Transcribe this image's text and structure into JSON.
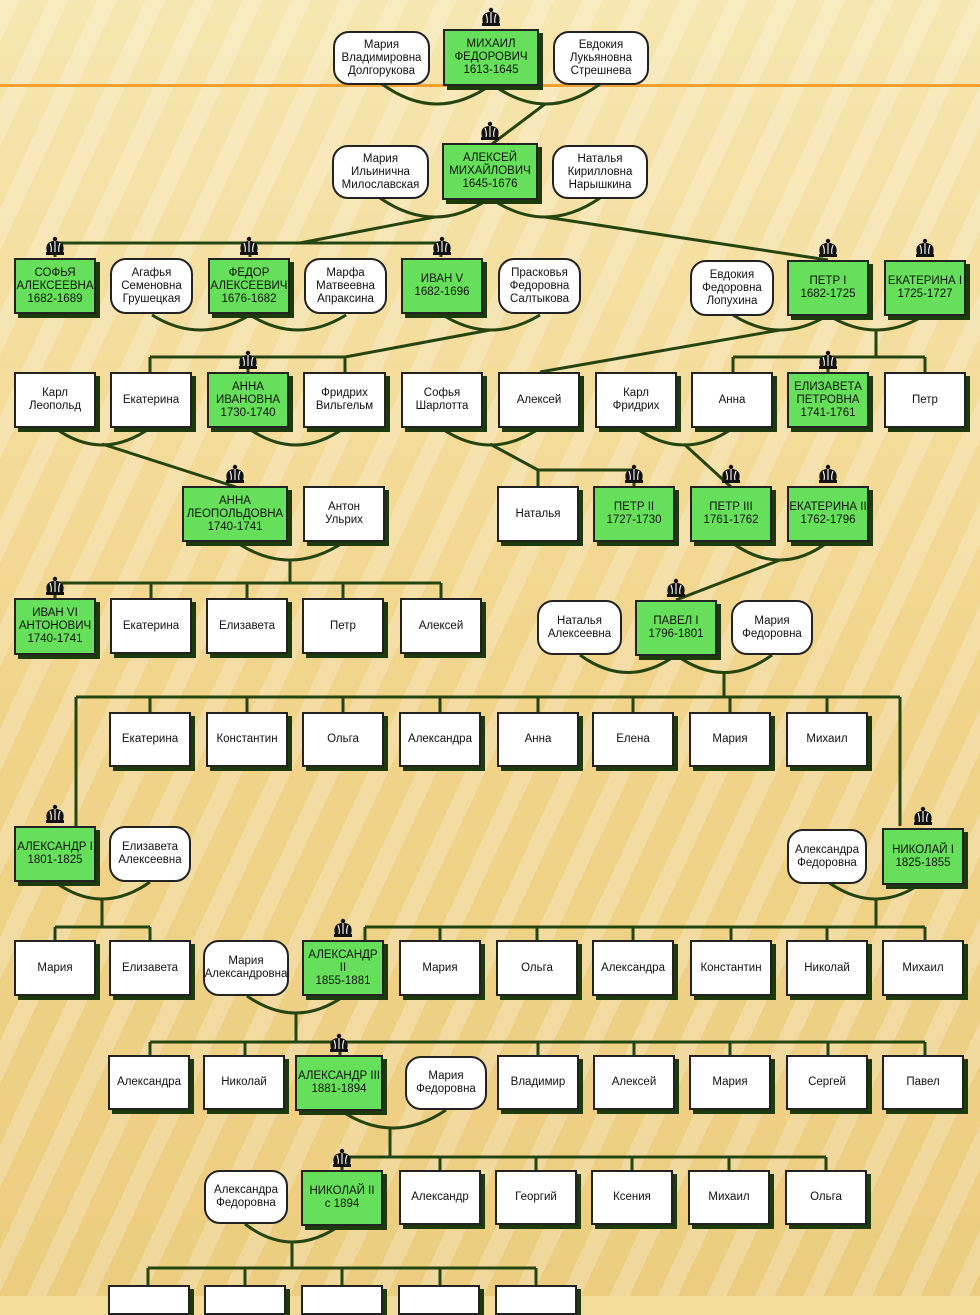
{
  "colors": {
    "ruler": "#66e05a",
    "line": "#244410",
    "accent_line": "#f0a030"
  },
  "crown_icon": "crown-icon",
  "nodes": {
    "mihail": "МИХАИЛ\nФЕДОРОВИЧ\n1613-1645",
    "maria_dolg": "Мария\nВладимировна\nДолгорукова",
    "evdokia_str": "Евдокия\nЛукьяновна\nСтрешнева",
    "aleksei_m": "АЛЕКСЕЙ\nМИХАЙЛОВИЧ\n1645-1676",
    "maria_mil": "Мария\nИльинична\nМилославская",
    "natalia_nar": "Наталья\nКирилловна\nНарышкина",
    "sofia": "СОФЬЯ\nАЛЕКСЕЕВНА\n1682-1689",
    "agafia": "Агафья\nСеменовна\nГрушецкая",
    "fedor": "ФЕДОР\nАЛЕКСЕЕВИЧ\n1676-1682",
    "marfa": "Марфа\nМатвеевна\nАпраксина",
    "ivan5": "ИВАН V\n1682-1696",
    "praskovia": "Прасковья\nФедоровна\nСалтыкова",
    "evdokia_lop": "Евдокия\nФедоровна\nЛопухина",
    "petr1": "ПЕТР I\n1682-1725",
    "ekat1": "ЕКАТЕРИНА I\n1725-1727",
    "karl_leop": "Карл\nЛеопольд",
    "ekaterina_iv": "Екатерина",
    "anna_iv": "АННА\nИВАНОВНА\n1730-1740",
    "fridrih_v": "Фридрих\nВильгельм",
    "sofia_sh": "Софья\nШарлотта",
    "aleksei_p": "Алексей",
    "karl_fr": "Карл\nФридрих",
    "anna_p": "Анна",
    "elizaveta_p": "ЕЛИЗАВЕТА\nПЕТРОВНА\n1741-1761",
    "petr_p": "Петр",
    "anna_leop": "АННА\nЛЕОПОЛЬДОВНА\n1740-1741",
    "anton": "Антон\nУльрих",
    "natalia_a": "Наталья",
    "petr2": "ПЕТР II\n1727-1730",
    "petr3": "ПЕТР III\n1761-1762",
    "ekat2": "ЕКАТЕРИНА II\n1762-1796",
    "ivan6": "ИВАН VI\nАНТОНОВИЧ\n1740-1741",
    "ekaterina_al": "Екатерина",
    "elizaveta_al": "Елизавета",
    "petr_al": "Петр",
    "aleksei_al": "Алексей",
    "natalia_alek": "Наталья\nАлексеевна",
    "pavel1": "ПАВЕЛ I\n1796-1801",
    "maria_fed1": "Мария\nФедоровна",
    "ekaterina_pv": "Екатерина",
    "konstantin_pv": "Константин",
    "olga_pv": "Ольга",
    "aleksandra_pv": "Александра",
    "anna_pv": "Анна",
    "elena_pv": "Елена",
    "maria_pv": "Мария",
    "mihail_pv": "Михаил",
    "alex1": "АЛЕКСАНДР I\n1801-1825",
    "elizaveta_alek": "Елизавета\nАлексеевна",
    "aleksandra_fed1": "Александра\nФедоровна",
    "nikolai1": "НИКОЛАЙ I\n1825-1855",
    "maria_a1": "Мария",
    "elizaveta_a1": "Елизавета",
    "maria_alexandrovna": "Мария\nАлександровна",
    "alex2": "АЛЕКСАНДР II\n1855-1881",
    "maria_n1": "Мария",
    "olga_n1": "Ольга",
    "aleksandra_n1": "Александра",
    "konstantin_n1": "Константин",
    "nikolai_n1": "Николай",
    "mihail_n1": "Михаил",
    "aleksandra_a2": "Александра",
    "nikolai_a2": "Николай",
    "alex3": "АЛЕКСАНДР III\n1881-1894",
    "maria_fed2": "Мария\nФедоровна",
    "vladimir_a2": "Владимир",
    "aleksei_a2": "Алексей",
    "maria_a2": "Мария",
    "sergei_a2": "Сергей",
    "pavel_a2": "Павел",
    "aleksandra_fed2": "Александра\nФедоровна",
    "nikolai2": "НИКОЛАЙ II\nс 1894",
    "aleksandr_a3": "Александр",
    "georgii_a3": "Георгий",
    "ksenia_a3": "Ксения",
    "mihail_a3": "Михаил",
    "olga_a3": "Ольга"
  }
}
